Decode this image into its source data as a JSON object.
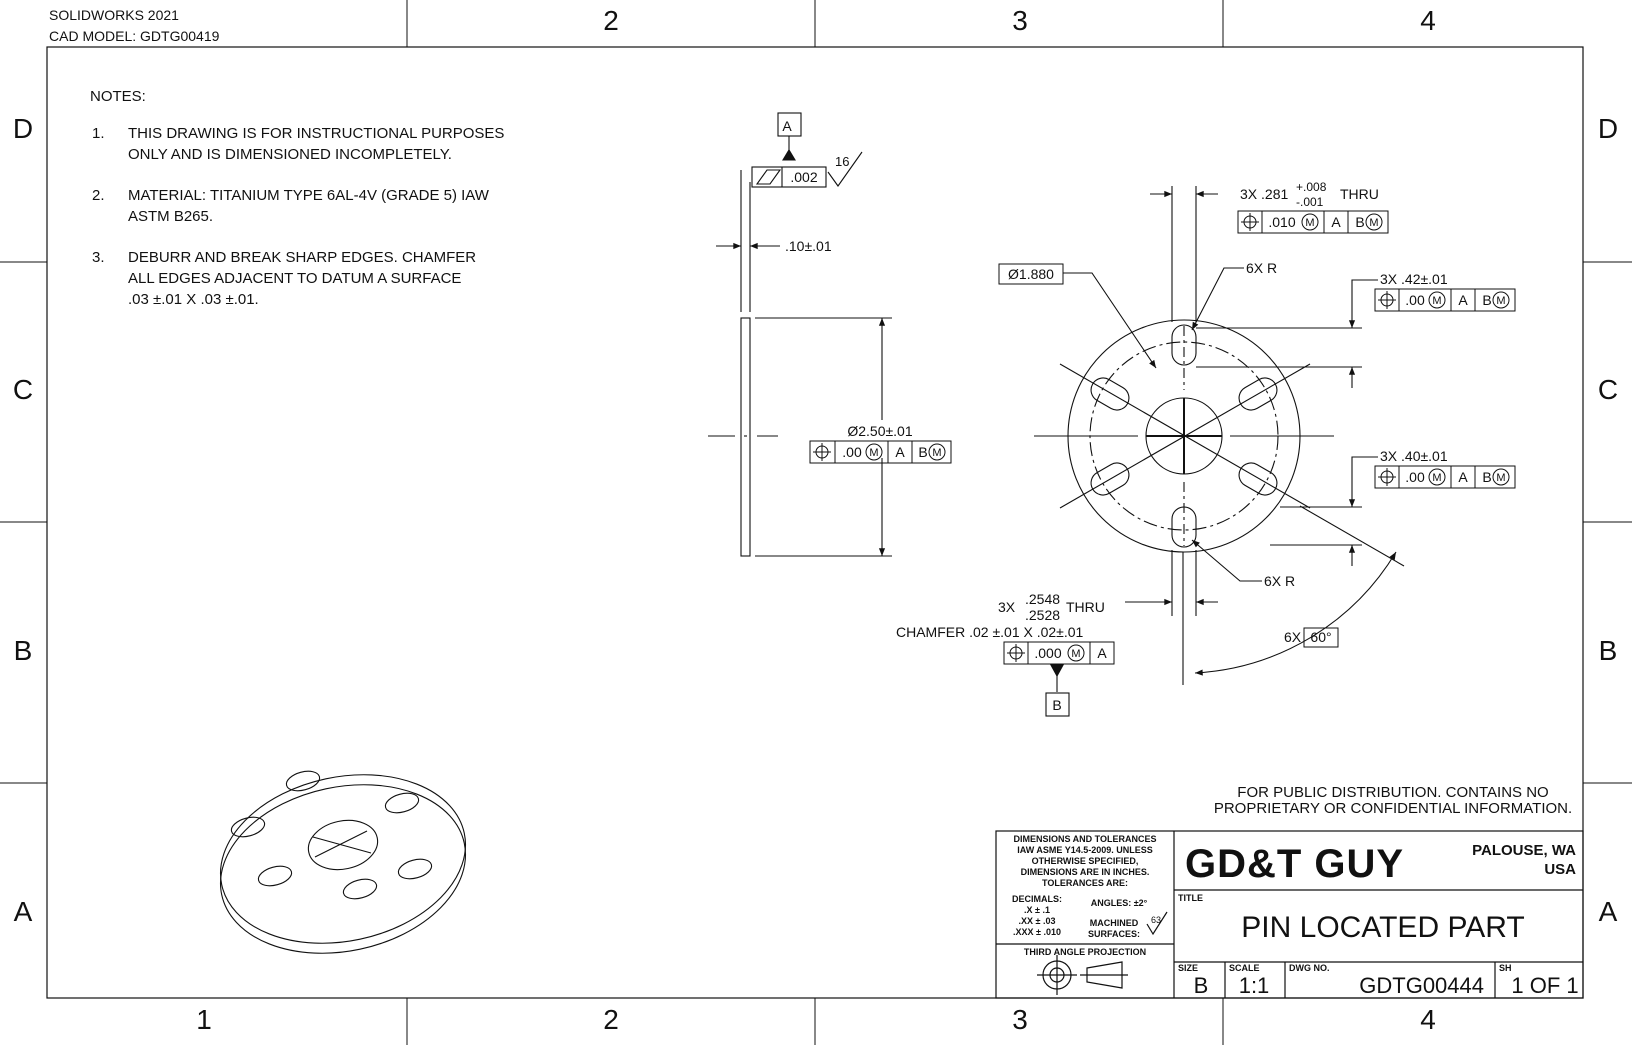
{
  "header": {
    "software": "SOLIDWORKS 2021",
    "cad_model": "CAD MODEL: GDTG00419"
  },
  "zones": {
    "top": [
      "2",
      "3",
      "4"
    ],
    "bottom": [
      "1",
      "2",
      "3",
      "4"
    ],
    "left": [
      "D",
      "C",
      "B",
      "A"
    ],
    "right": [
      "D",
      "C",
      "B",
      "A"
    ]
  },
  "notes": {
    "heading": "NOTES:",
    "items": [
      {
        "num": "1.",
        "lines": [
          "THIS DRAWING IS FOR INSTRUCTIONAL PURPOSES",
          "ONLY AND IS DIMENSIONED INCOMPLETELY."
        ]
      },
      {
        "num": "2.",
        "lines": [
          "MATERIAL: TITANIUM TYPE 6AL-4V (GRADE 5) IAW",
          "ASTM B265."
        ]
      },
      {
        "num": "3.",
        "lines": [
          "DEBURR AND BREAK SHARP EDGES.  CHAMFER",
          "ALL EDGES ADJACENT TO DATUM A SURFACE",
          ".03 ±.01 X .03 ±.01."
        ]
      }
    ]
  },
  "side_view": {
    "datum_a": "A",
    "flatness_value": ".002",
    "surface_finish": "16",
    "thickness": ".10±.01",
    "diameter": "Ø2.50±.01",
    "fcf": [
      ".00",
      "M",
      "A",
      "B",
      "M"
    ]
  },
  "front_view": {
    "hole_callout": "3X .281",
    "hole_tol_plus": "+.008",
    "hole_tol_minus": "-.001",
    "thru": "THRU",
    "hole_fcf": [
      ".010",
      "M",
      "A",
      "B",
      "M"
    ],
    "bolt_circle": "Ø1.880",
    "radius_top": "6X R",
    "radius_bottom": "6X R",
    "slot_top_dim": "3X .42±.01",
    "slot_top_fcf": [
      ".00",
      "M",
      "A",
      "B",
      "M"
    ],
    "slot_mid_dim": "3X .40±.01",
    "slot_mid_fcf": [
      ".00",
      "M",
      "A",
      "B",
      "M"
    ],
    "pin_hole_prefix": "3X",
    "pin_hole_upper": ".2548",
    "pin_hole_lower": ".2528",
    "pin_hole_thru": "THRU",
    "chamfer": "CHAMFER .02 ±.01 X .02±.01",
    "pin_fcf": [
      ".000",
      "M",
      "A"
    ],
    "datum_b": "B",
    "angle_prefix": "6X",
    "angle": "60°"
  },
  "distribution": [
    "FOR PUBLIC DISTRIBUTION.  CONTAINS NO",
    "PROPRIETARY OR CONFIDENTIAL INFORMATION."
  ],
  "title_block": {
    "tolerance_lines": [
      "DIMENSIONS AND TOLERANCES",
      "IAW ASME Y14.5-2009. UNLESS",
      "OTHERWISE SPECIFIED,",
      "DIMENSIONS ARE IN INCHES.",
      "TOLERANCES ARE:"
    ],
    "decimals_label": "DECIMALS:",
    "dec_x": ".X ± .1",
    "dec_xx": ".XX ± .03",
    "dec_xxx": ".XXX ± .010",
    "angles": "ANGLES: ±2°",
    "machined": "MACHINED",
    "surfaces": "SURFACES:",
    "machined_finish": "63",
    "projection": "THIRD ANGLE PROJECTION",
    "company": "GD&T GUY",
    "location_1": "PALOUSE, WA",
    "location_2": "USA",
    "title_label": "TITLE",
    "title": "PIN LOCATED PART",
    "size_label": "SIZE",
    "size": "B",
    "scale_label": "SCALE",
    "scale": "1:1",
    "dwg_label": "DWG NO.",
    "dwg_no": "GDTG00444",
    "sheet_label": "SH",
    "sheet": "1 OF 1"
  }
}
